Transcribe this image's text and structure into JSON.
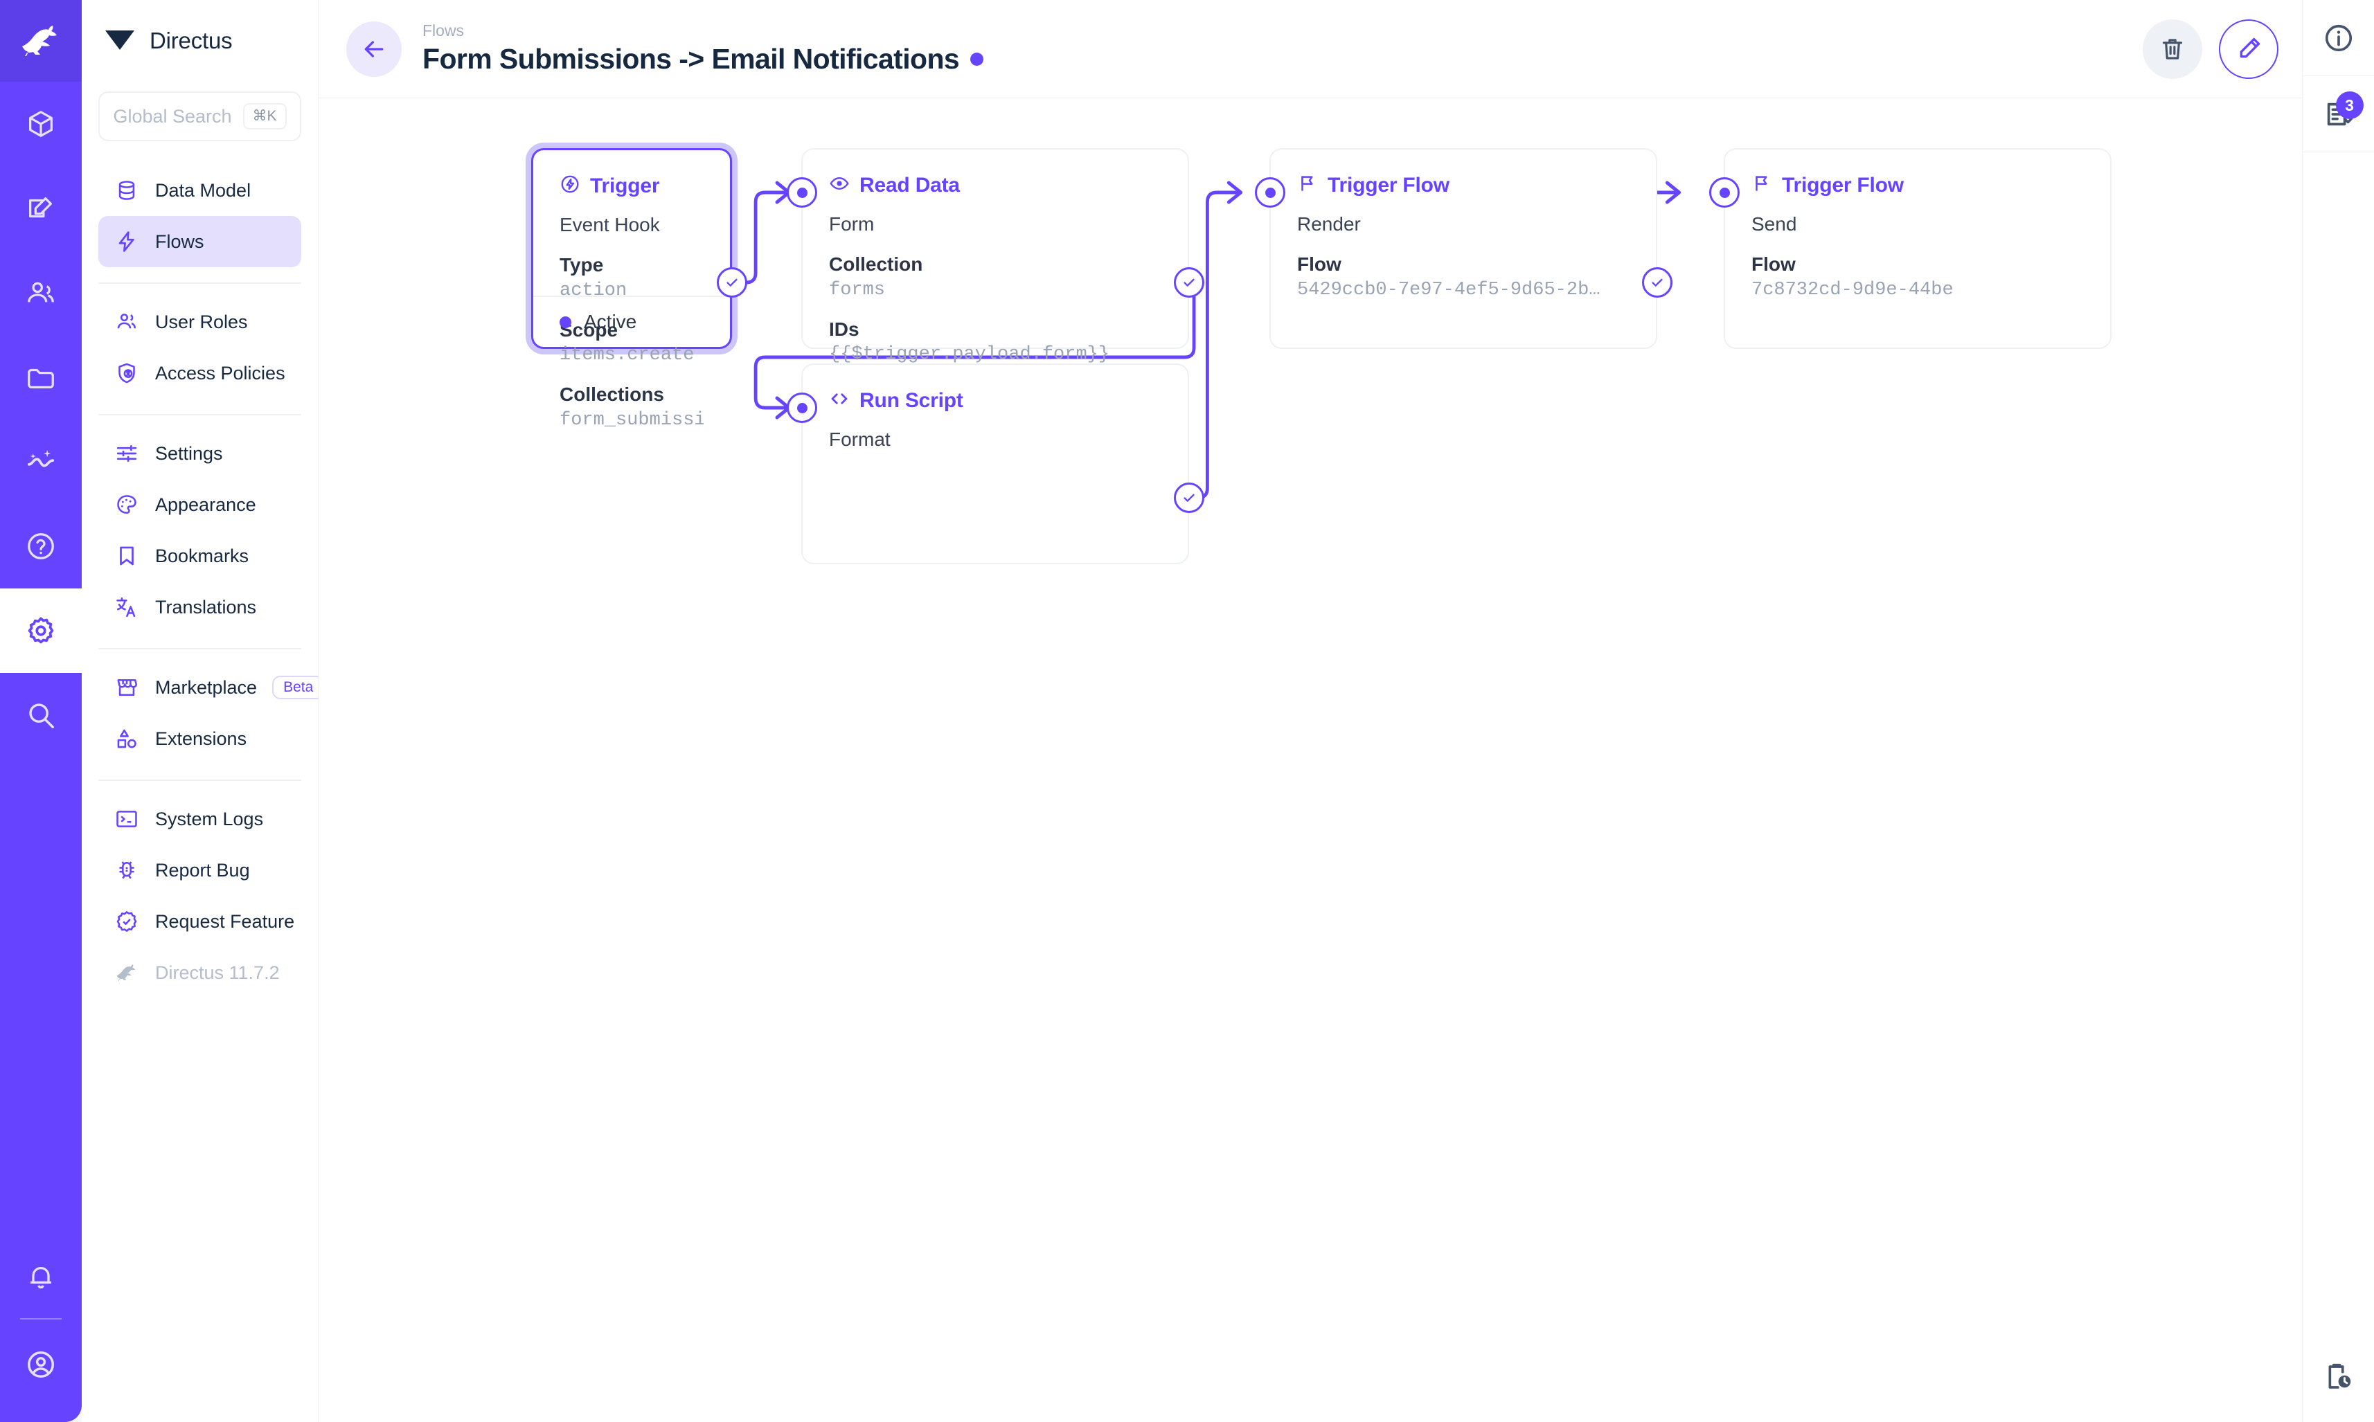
{
  "colors": {
    "brand": "#6644ff",
    "brand_rail": "#6644ff",
    "brand_rail_logo": "#5c3fe8",
    "selection_ring": "#cdc6fa",
    "nav_active_bg": "#e3dffd",
    "text_dark": "#172940",
    "text_muted": "#98a3b3",
    "border": "#eef0f3"
  },
  "rail": {
    "logo_icon": "directus-rabbit-logo",
    "items": [
      {
        "icon": "box-icon",
        "name": "content",
        "active": false
      },
      {
        "icon": "edit-box-icon",
        "name": "editor",
        "active": false
      },
      {
        "icon": "users-icon",
        "name": "user-directory",
        "active": false
      },
      {
        "icon": "folder-icon",
        "name": "file-library",
        "active": false
      },
      {
        "icon": "insights-icon",
        "name": "insights",
        "active": false
      },
      {
        "icon": "question-circle-icon",
        "name": "help",
        "active": false
      },
      {
        "icon": "gear-icon",
        "name": "settings",
        "active": true
      },
      {
        "icon": "search-icon",
        "name": "search",
        "active": false
      }
    ],
    "bottom": [
      {
        "icon": "bell-icon",
        "name": "notifications"
      },
      {
        "icon": "account-circle-icon",
        "name": "account"
      }
    ]
  },
  "nav": {
    "brand_icon": "directus-mark",
    "title": "Directus",
    "search": {
      "placeholder": "Global Search",
      "shortcut": "⌘K"
    },
    "groups": [
      {
        "items": [
          {
            "label": "Data Model",
            "icon": "database-icon",
            "active": false
          },
          {
            "label": "Flows",
            "icon": "bolt-icon",
            "active": true
          }
        ]
      },
      {
        "items": [
          {
            "label": "User Roles",
            "icon": "users-icon",
            "active": false
          },
          {
            "label": "Access Policies",
            "icon": "shield-person-icon",
            "active": false
          }
        ]
      },
      {
        "items": [
          {
            "label": "Settings",
            "icon": "sliders-icon",
            "active": false
          },
          {
            "label": "Appearance",
            "icon": "palette-icon",
            "active": false
          },
          {
            "label": "Bookmarks",
            "icon": "bookmark-icon",
            "active": false
          },
          {
            "label": "Translations",
            "icon": "translate-icon",
            "active": false
          }
        ]
      },
      {
        "items": [
          {
            "label": "Marketplace",
            "icon": "storefront-icon",
            "badge": "Beta",
            "active": false
          },
          {
            "label": "Extensions",
            "icon": "shapes-icon",
            "active": false
          }
        ]
      },
      {
        "items": [
          {
            "label": "System Logs",
            "icon": "terminal-icon",
            "active": false
          },
          {
            "label": "Report Bug",
            "icon": "bug-icon",
            "active": false
          },
          {
            "label": "Request Feature",
            "icon": "feature-check-icon",
            "active": false
          },
          {
            "label": "Directus 11.7.2",
            "icon": "rabbit-icon",
            "active": false,
            "muted": true
          }
        ]
      }
    ]
  },
  "topbar": {
    "back_icon": "arrow-left-icon",
    "breadcrumb": "Flows",
    "title": "Form Submissions -> Email Notifications",
    "status_dot_color": "#6644ff",
    "delete_label": "delete-flow",
    "delete_icon": "trash-icon",
    "edit_label": "edit-flow",
    "edit_icon": "pencil-icon"
  },
  "flow": {
    "nodes": [
      {
        "id": "trigger",
        "type": "Trigger",
        "type_icon": "bolt-circle-icon",
        "name": "Event Hook",
        "selected": true,
        "fields": [
          {
            "label": "Type",
            "value": "action"
          },
          {
            "label": "Scope",
            "value": "items.create"
          },
          {
            "label": "Collections",
            "value": "form_submissions"
          }
        ],
        "footer": {
          "status": "Active"
        }
      },
      {
        "id": "read-data",
        "type": "Read Data",
        "type_icon": "eye-icon",
        "name": "Form",
        "selected": false,
        "fields": [
          {
            "label": "Collection",
            "value": "forms"
          },
          {
            "label": "IDs",
            "value": "{{$trigger.payload.form}}"
          }
        ]
      },
      {
        "id": "run-script",
        "type": "Run Script",
        "type_icon": "code-brackets-icon",
        "name": "Format",
        "selected": false,
        "fields": []
      },
      {
        "id": "trigger-flow-render",
        "type": "Trigger Flow",
        "type_icon": "flag-icon",
        "name": "Render",
        "selected": false,
        "fields": [
          {
            "label": "Flow",
            "value": "5429ccb0-7e97-4ef5-9d65-2b…"
          }
        ]
      },
      {
        "id": "trigger-flow-send",
        "type": "Trigger Flow",
        "type_icon": "flag-icon",
        "name": "Send",
        "selected": false,
        "fields": [
          {
            "label": "Flow",
            "value": "7c8732cd-9d9e-44be"
          }
        ]
      }
    ]
  },
  "rightbar": {
    "items": [
      {
        "icon": "info-circle-icon",
        "name": "info-sidebar",
        "badge": null
      },
      {
        "icon": "revisions-icon",
        "name": "revisions-sidebar",
        "badge": "3"
      }
    ],
    "bottom": {
      "icon": "clipboard-clock-icon",
      "name": "flow-logs"
    }
  }
}
